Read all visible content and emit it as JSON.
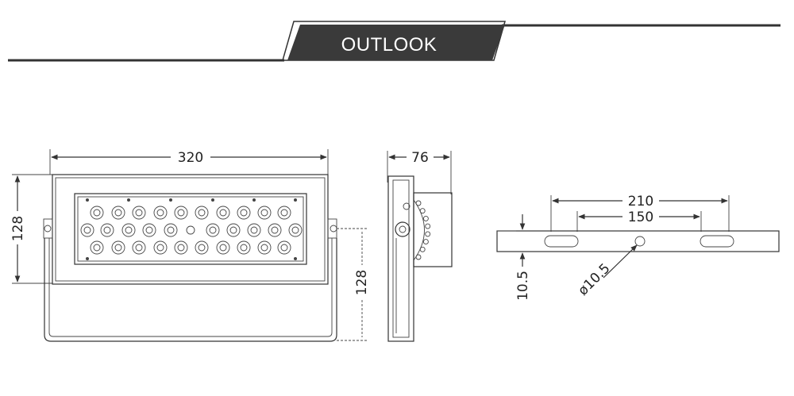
{
  "header": {
    "title": "OUTLOOK"
  },
  "front_view": {
    "width_label": "320",
    "height_label": "128",
    "bracket_height_label": "128"
  },
  "side_view": {
    "depth_label": "76"
  },
  "bracket_view": {
    "outer_slot_label": "210",
    "inner_slot_label": "150",
    "thickness_label": "10.5",
    "hole_label": "ø10.5"
  },
  "colors": {
    "banner": "#3a3a3a",
    "line": "#333333"
  }
}
